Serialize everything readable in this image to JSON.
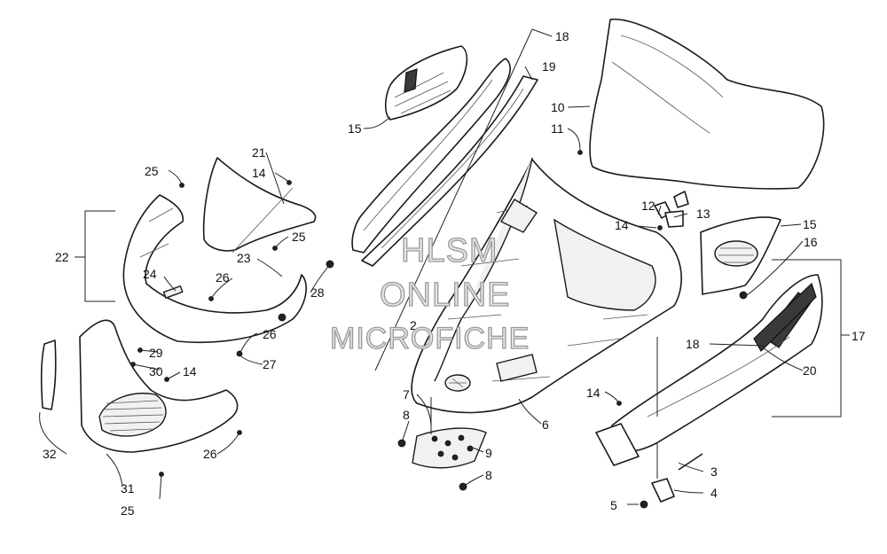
{
  "watermark": {
    "line1": "HLSM",
    "line2": "ONLINE",
    "line3": "MICROFICHE"
  },
  "callouts": [
    "2",
    "3",
    "4",
    "5",
    "6",
    "7",
    "8",
    "8",
    "9",
    "10",
    "11",
    "12",
    "13",
    "14",
    "14",
    "14",
    "14",
    "15",
    "15",
    "16",
    "17",
    "18",
    "18",
    "19",
    "20",
    "21",
    "22",
    "23",
    "24",
    "25",
    "25",
    "25",
    "26",
    "26",
    "26",
    "27",
    "28",
    "29",
    "30",
    "31",
    "32"
  ],
  "colors": {
    "line": "#1a1a1a",
    "background": "#ffffff",
    "watermark_fill": "#e6e6e6",
    "watermark_stroke": "#9a9a9a"
  }
}
